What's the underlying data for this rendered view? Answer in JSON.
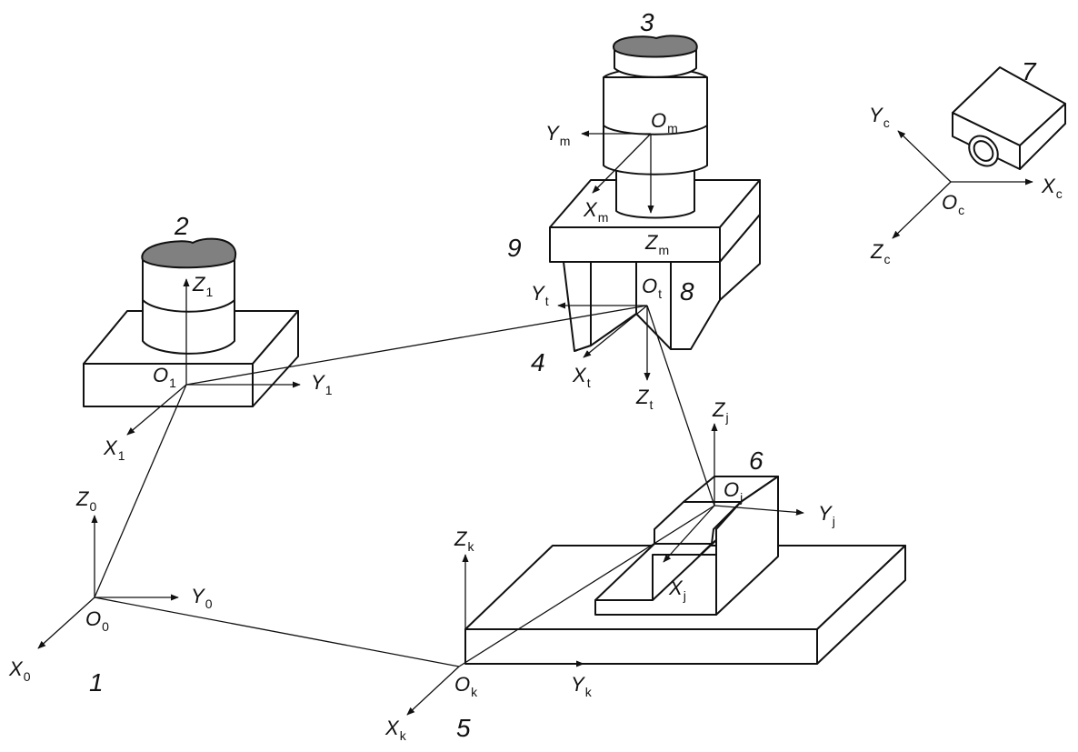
{
  "part_numbers": {
    "n1": "1",
    "n2": "2",
    "n3": "3",
    "n4": "4",
    "n5": "5",
    "n6": "6",
    "n7": "7",
    "n8": "8",
    "n9": "9"
  },
  "frames": {
    "base": {
      "origin": "O",
      "origin_sub": "0",
      "x": "X",
      "x_sub": "0",
      "y": "Y",
      "y_sub": "0",
      "z": "Z",
      "z_sub": "0"
    },
    "part": {
      "origin": "O",
      "origin_sub": "1",
      "x": "X",
      "x_sub": "1",
      "y": "Y",
      "y_sub": "1",
      "z": "Z",
      "z_sub": "1"
    },
    "held": {
      "origin": "O",
      "origin_sub": "m",
      "x": "X",
      "x_sub": "m",
      "y": "Y",
      "y_sub": "m",
      "z": "Z",
      "z_sub": "m"
    },
    "tool": {
      "origin": "O",
      "origin_sub": "t",
      "x": "X",
      "x_sub": "t",
      "y": "Y",
      "y_sub": "t",
      "z": "Z",
      "z_sub": "t"
    },
    "camera": {
      "origin": "O",
      "origin_sub": "c",
      "x": "X",
      "x_sub": "c",
      "y": "Y",
      "y_sub": "c",
      "z": "Z",
      "z_sub": "c"
    },
    "fixture": {
      "origin": "O",
      "origin_sub": "j",
      "x": "X",
      "x_sub": "j",
      "y": "Y",
      "y_sub": "j",
      "z": "Z",
      "z_sub": "j"
    },
    "table": {
      "origin": "O",
      "origin_sub": "k",
      "x": "X",
      "x_sub": "k",
      "y": "Y",
      "y_sub": "k",
      "z": "Z",
      "z_sub": "k"
    }
  }
}
